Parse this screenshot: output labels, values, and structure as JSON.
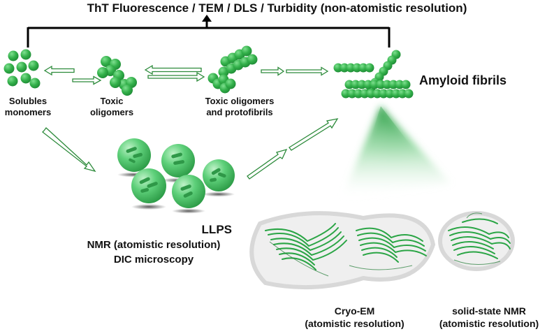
{
  "title": "ThT Fluorescence  /  TEM  /  DLS  /  Turbidity  (non-atomistic resolution)",
  "stages": {
    "monomers": [
      "Solubles",
      "monomers"
    ],
    "oligomers": [
      "Toxic",
      "oligomers"
    ],
    "protofibrils": [
      "Toxic oligomers",
      "and protofibrils"
    ],
    "fibrils": "Amyloid fibrils"
  },
  "llps": {
    "title": "LLPS",
    "method1": "NMR (atomistic resolution)",
    "method2": "DIC microscopy"
  },
  "structures": {
    "cryo": [
      "Cryo-EM",
      "(atomistic resolution)"
    ],
    "ssnmr": [
      "solid-state NMR",
      "(atomistic resolution)"
    ]
  },
  "colors": {
    "green": "#33b04a",
    "green_dark": "#1e8a35",
    "droplet": "#5ed07a",
    "arrow": "#2c8a3a"
  }
}
